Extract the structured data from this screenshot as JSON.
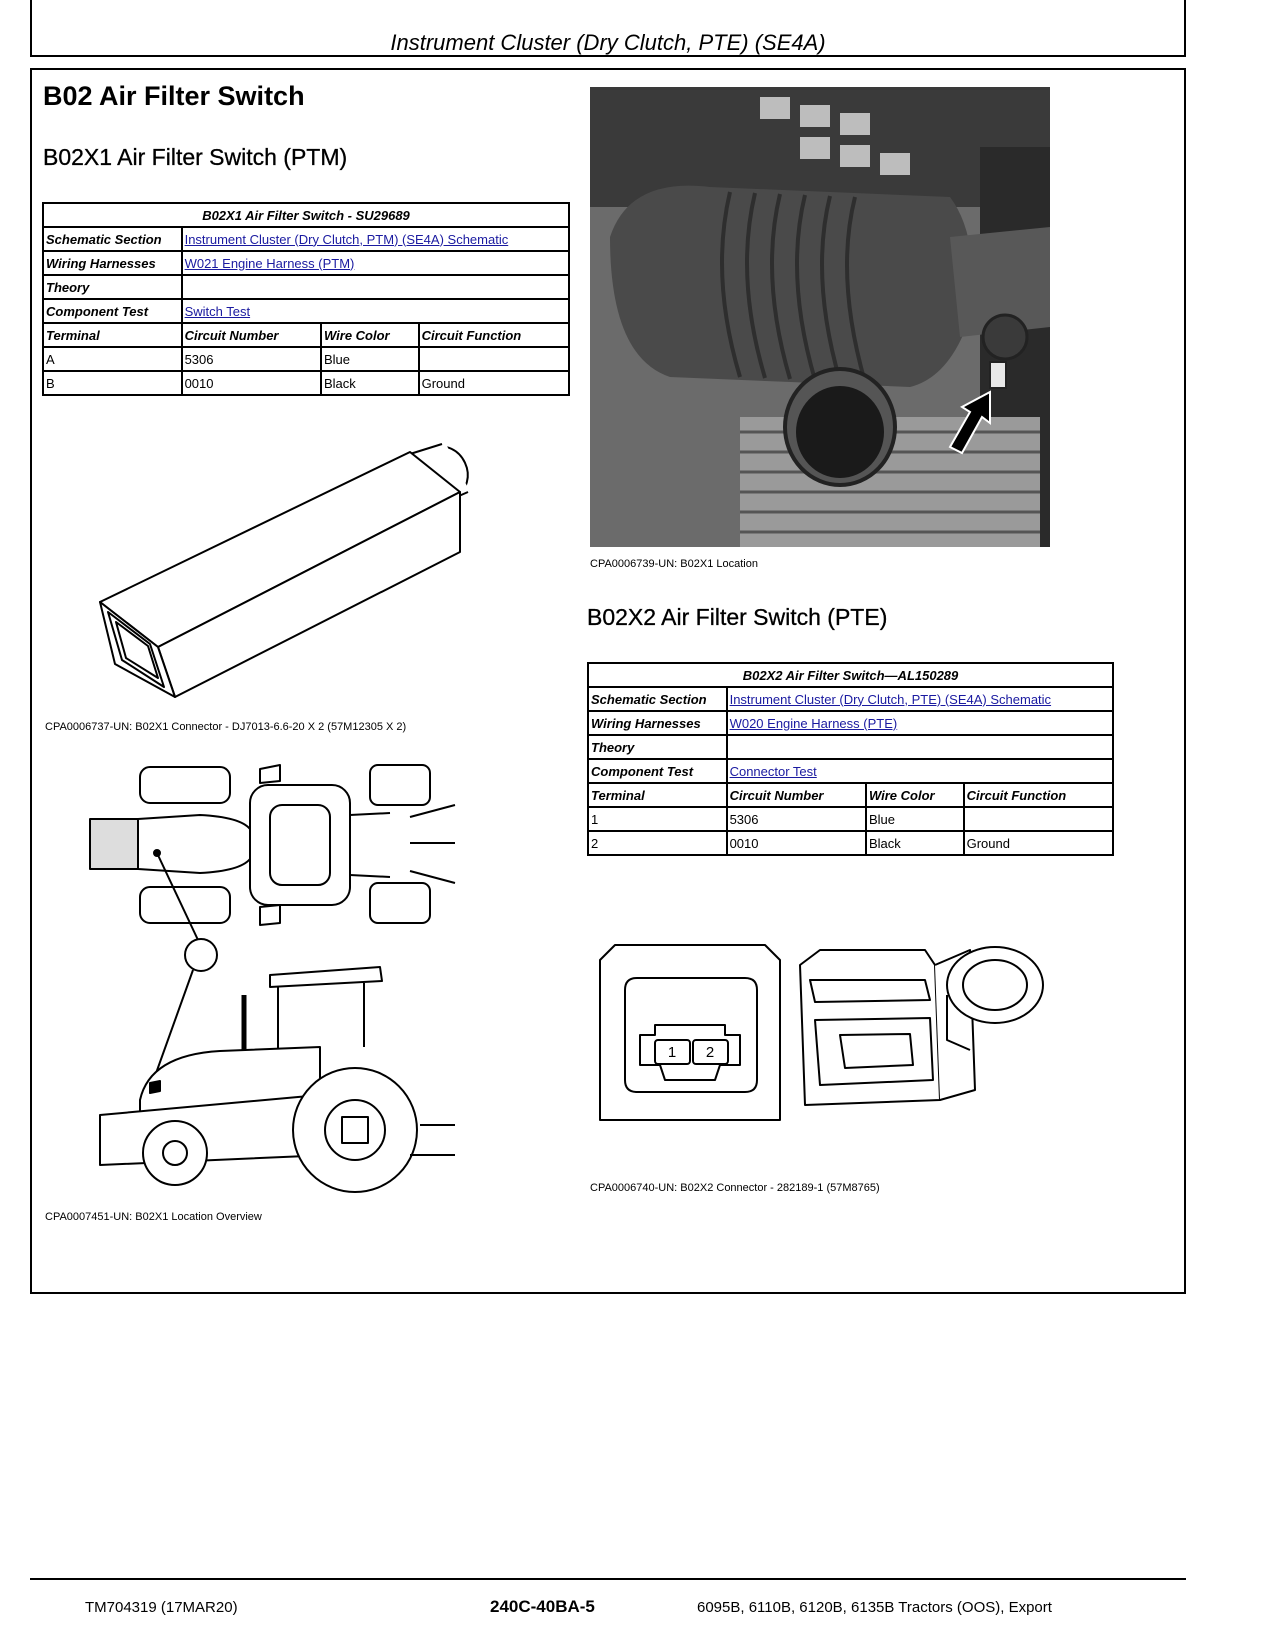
{
  "header": {
    "title": "Instrument Cluster (Dry Clutch, PTE) (SE4A)"
  },
  "section": {
    "title": "B02 Air Filter Switch",
    "x1": {
      "heading": "B02X1 Air Filter Switch (PTM)",
      "table_caption": "B02X1 Air Filter Switch - SU29689",
      "rows": {
        "schematic_label": "Schematic Section",
        "schematic_value": "Instrument Cluster (Dry Clutch, PTM) (SE4A) Schematic",
        "harness_label": "Wiring Harnesses",
        "harness_value": "W021 Engine Harness (PTM)",
        "theory_label": "Theory",
        "theory_value": "",
        "test_label": "Component Test",
        "test_value": "Switch Test"
      },
      "columns": [
        "Terminal",
        "Circuit Number",
        "Wire Color",
        "Circuit Function"
      ],
      "terminals": [
        [
          "A",
          "5306",
          "Blue",
          ""
        ],
        [
          "B",
          "0010",
          "Black",
          "Ground"
        ]
      ]
    },
    "x2": {
      "heading": "B02X2 Air Filter Switch (PTE)",
      "table_caption": "B02X2 Air Filter Switch—AL150289",
      "rows": {
        "schematic_label": "Schematic Section",
        "schematic_value": "Instrument Cluster (Dry Clutch, PTE) (SE4A) Schematic",
        "harness_label": "Wiring Harnesses",
        "harness_value": "W020 Engine Harness (PTE)",
        "theory_label": "Theory",
        "theory_value": "",
        "test_label": "Component Test",
        "test_value": "Connector Test"
      },
      "columns": [
        "Terminal",
        "Circuit Number",
        "Wire Color",
        "Circuit Function"
      ],
      "terminals": [
        [
          "1",
          "5306",
          "Blue",
          ""
        ],
        [
          "2",
          "0010",
          "Black",
          "Ground"
        ]
      ]
    }
  },
  "captions": {
    "photo": "CPA0006739-UN: B02X1 Location",
    "x1_connector": "CPA0006737-UN: B02X1 Connector - DJ7013-6.6-20 X 2 (57M12305 X 2)",
    "overview": "CPA0007451-UN: B02X1 Location Overview",
    "x2_connector": "CPA0006740-UN: B02X2 Connector - 282189-1 (57M8765)"
  },
  "connector_pins": [
    "1",
    "2"
  ],
  "footer": {
    "left": "TM704319 (17MAR20)",
    "center": "240C-40BA-5",
    "right": "6095B, 6110B, 6120B, 6135B Tractors (OOS), Export"
  }
}
